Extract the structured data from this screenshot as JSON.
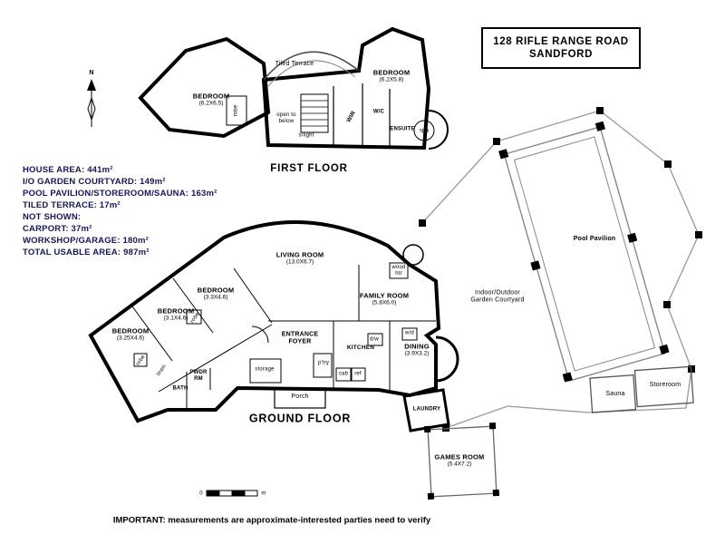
{
  "colors": {
    "info_text": "#16165c"
  },
  "title_box": {
    "line1": "128 RIFLE RANGE ROAD",
    "line2": "SANDFORD"
  },
  "compass": {
    "north": "N"
  },
  "info": {
    "lines": [
      "HOUSE AREA: 441m²",
      "I/O GARDEN COURTYARD: 149m²",
      "POOL PAVILION/STOREROOM/SAUNA: 163m²",
      "TILED TERRACE: 17m²",
      "NOT SHOWN:",
      "CARPORT: 37m²",
      "WORKSHOP/GARAGE: 180m²",
      "TOTAL USABLE AREA: 987m²"
    ]
  },
  "plan": {
    "ff": {
      "label": "FIRST FLOOR",
      "terrace": "Tiled Terrace",
      "bedroom_left": {
        "name": "BEDROOM",
        "dims": "(6.2X6.5)"
      },
      "bedroom_right": {
        "name": "BEDROOM",
        "dims": "(6.2X5.8)"
      },
      "open_to_below_1": "open to",
      "open_to_below_2": "below",
      "slight": "s/light",
      "robe": "robe",
      "wir": "WIR",
      "wc": "W/C",
      "ensuite": "ENSUITE",
      "spa": "spa"
    },
    "gf": {
      "label": "GROUND FLOOR",
      "living": {
        "name": "LIVING ROOM",
        "dims": "(13.0X6.7)"
      },
      "bedroom2": {
        "name": "BEDROOM",
        "dims": "(3.3X4.6)"
      },
      "bedroom3": {
        "name": "BEDROOM",
        "dims": "(3.1X4.6)"
      },
      "bedroom4": {
        "name": "BEDROOM",
        "dims": "(3.25X4.6)"
      },
      "family": {
        "name": "FAMILY ROOM",
        "dims": "(5.8X6.0)"
      },
      "dining": {
        "name": "DINING",
        "dims": "(3.9X3.2)"
      },
      "games": {
        "name": "GAMES ROOM",
        "dims": "(5.4X7.2)"
      },
      "entrance_1": "ENTRANCE",
      "entrance_2": "FOYER",
      "kitchen": "KITCHEN",
      "ptry": "p'try",
      "cab": "cab",
      "ref": "ref",
      "dw": "d/w",
      "storage": "storage",
      "porch": "Porch",
      "bath": "BATH",
      "pwdr_1": "PWDR",
      "pwdr_2": "RM",
      "robe_a": "robe",
      "robe_b": "robe",
      "linen": "linen",
      "wood_1": "wood",
      "wood_2": "htr",
      "wd": "w/d",
      "laundry": "LAUNDRY",
      "courtyard_1": "Indoor/Outdoor",
      "courtyard_2": "Garden Courtyard",
      "pavilion": "Pool Pavilion",
      "sauna": "Sauna",
      "storeroom": "Storeroom"
    }
  },
  "scale_bar": {
    "left": "0",
    "right": "m"
  },
  "disclaimer": "IMPORTANT: measurements are approximate-interested parties need to verify"
}
